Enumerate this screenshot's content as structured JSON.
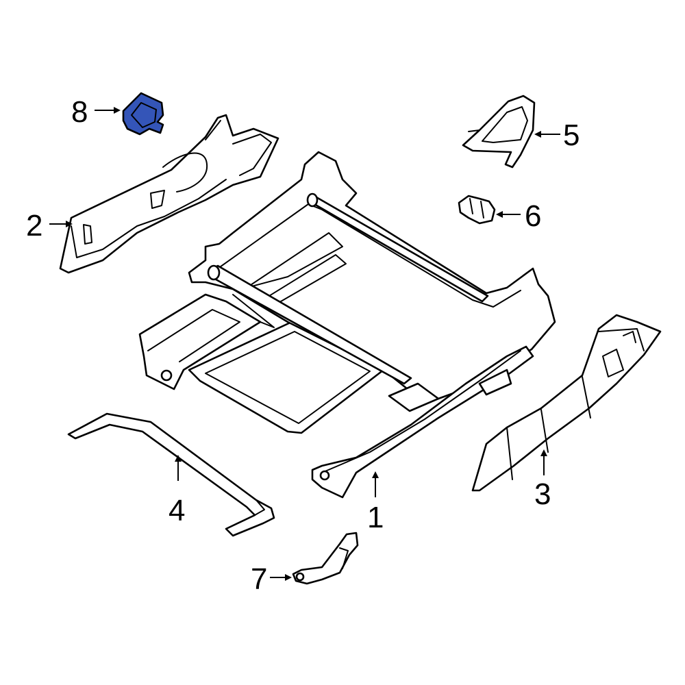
{
  "colors": {
    "line": "#000000",
    "background": "#ffffff",
    "highlighted_part_fill": "#3455b8"
  },
  "highlighted_part": "8",
  "callouts": [
    {
      "id": "1",
      "label": "1"
    },
    {
      "id": "2",
      "label": "2"
    },
    {
      "id": "3",
      "label": "3"
    },
    {
      "id": "4",
      "label": "4"
    },
    {
      "id": "5",
      "label": "5"
    },
    {
      "id": "6",
      "label": "6"
    },
    {
      "id": "7",
      "label": "7"
    },
    {
      "id": "8",
      "label": "8"
    }
  ]
}
